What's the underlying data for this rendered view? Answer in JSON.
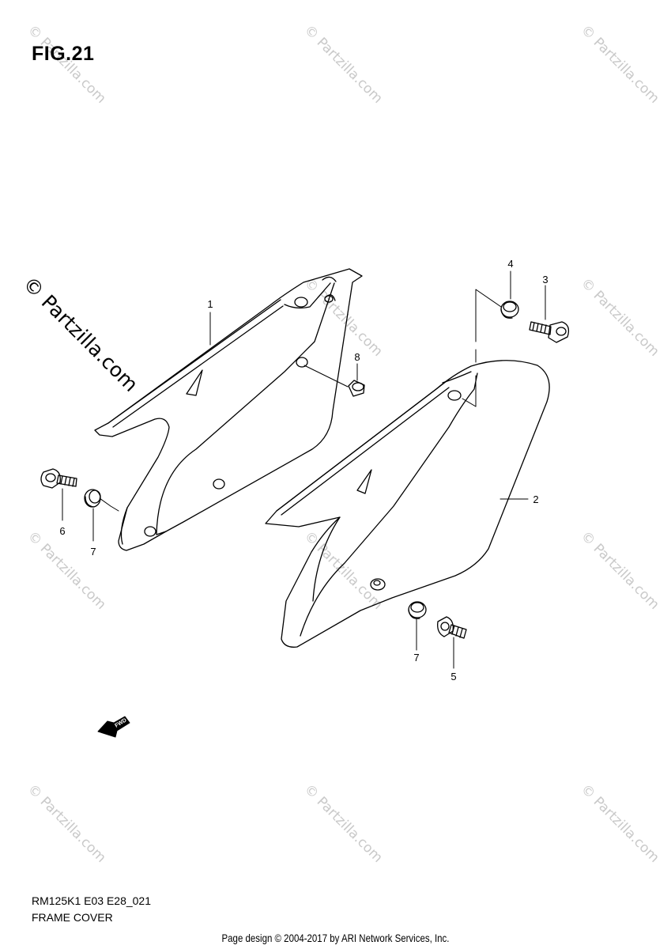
{
  "figure": {
    "title": "FIG.21"
  },
  "watermark": {
    "text": "© Partzilla.com"
  },
  "callouts": [
    {
      "id": "1",
      "label": "1"
    },
    {
      "id": "2",
      "label": "2"
    },
    {
      "id": "3",
      "label": "3"
    },
    {
      "id": "4",
      "label": "4"
    },
    {
      "id": "5",
      "label": "5"
    },
    {
      "id": "6",
      "label": "6"
    },
    {
      "id": "7a",
      "label": "7"
    },
    {
      "id": "7b",
      "label": "7"
    },
    {
      "id": "8",
      "label": "8"
    }
  ],
  "direction_badge": {
    "text": "FWD"
  },
  "footer": {
    "code": "RM125K1 E03 E28_021",
    "name": "FRAME COVER",
    "credit": "Page design © 2004-2017 by ARI Network Services, Inc."
  }
}
